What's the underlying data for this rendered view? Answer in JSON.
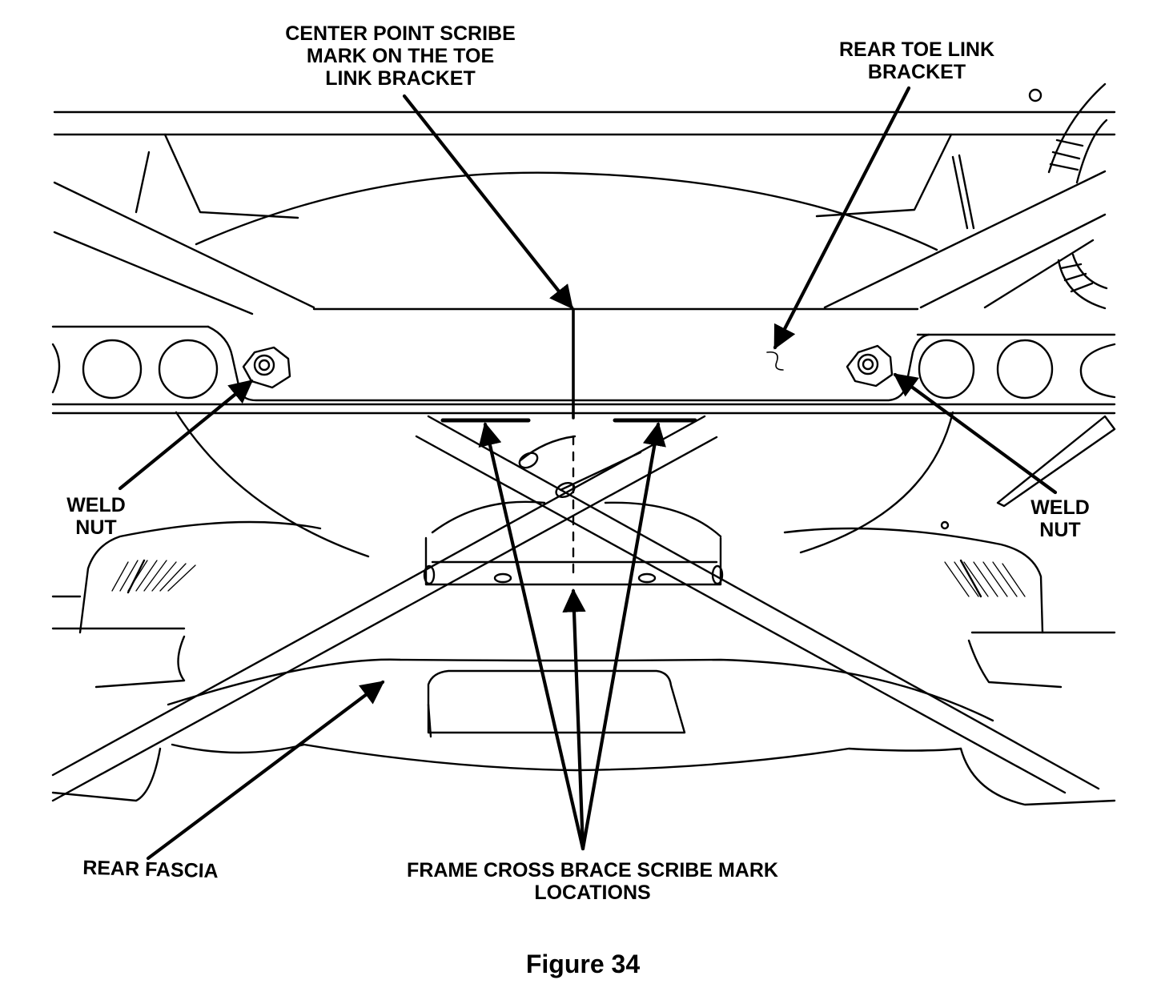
{
  "labels": {
    "center_point": [
      "CENTER POINT SCRIBE",
      "MARK ON THE TOE",
      "LINK BRACKET"
    ],
    "rear_toe_link": [
      "REAR TOE LINK",
      "BRACKET"
    ],
    "weld_nut_left": [
      "WELD",
      "NUT"
    ],
    "weld_nut_right": [
      "WELD",
      "NUT"
    ],
    "rear_fascia": [
      "REAR FASCIA"
    ],
    "frame_cross_brace": [
      "FRAME CROSS BRACE SCRIBE MARK",
      "LOCATIONS"
    ]
  },
  "caption": "Figure 34",
  "colors": {
    "line": "#000000",
    "background": "#ffffff"
  }
}
